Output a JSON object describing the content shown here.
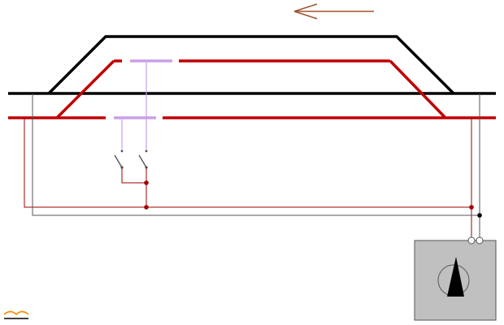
{
  "diagram": {
    "kind": "model-railway-wiring",
    "colors": {
      "background": "#ffffff",
      "track_outer": "#000000",
      "track_inner": "#c00000",
      "wire_dark": "#555555",
      "wire_red": "#a00000",
      "isolating_section": "#c8a0e8",
      "direction_arrow": "#a0522d",
      "controller_box": "#c0c0c0",
      "controller_border": "#555555",
      "knob_dial": "#000000",
      "logo_orange": "#ff8c00"
    },
    "direction_arrow": {
      "points": "left"
    },
    "components": [
      {
        "id": "outer-loop-track",
        "icon": "track-line"
      },
      {
        "id": "inner-loop-track",
        "icon": "track-line"
      },
      {
        "id": "isolating-section-upper",
        "icon": "gap-section"
      },
      {
        "id": "isolating-section-lower",
        "icon": "gap-section"
      },
      {
        "id": "switch-left",
        "icon": "toggle-switch"
      },
      {
        "id": "switch-right",
        "icon": "toggle-switch"
      },
      {
        "id": "controller",
        "icon": "rotary-knob"
      }
    ]
  }
}
